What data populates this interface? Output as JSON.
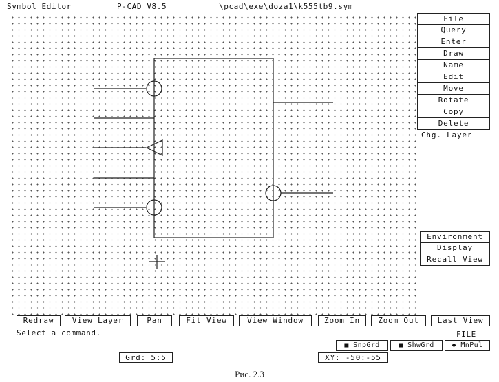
{
  "title_bar": {
    "mode": "Symbol Editor",
    "app": "P-CAD V8.5",
    "path": "\\pcad\\exe\\doza1\\k555tb9.sym"
  },
  "side_menu": [
    {
      "label": "File",
      "name": "menu-file"
    },
    {
      "label": "Query",
      "name": "menu-query"
    },
    {
      "label": "Enter",
      "name": "menu-enter"
    },
    {
      "label": "Draw",
      "name": "menu-draw"
    },
    {
      "label": "Name",
      "name": "menu-name"
    },
    {
      "label": "Edit",
      "name": "menu-edit"
    },
    {
      "label": "Move",
      "name": "menu-move"
    },
    {
      "label": "Rotate",
      "name": "menu-rotate"
    },
    {
      "label": "Copy",
      "name": "menu-copy"
    },
    {
      "label": "Delete",
      "name": "menu-delete"
    },
    {
      "label": "Chg. Layer",
      "name": "menu-chg-layer"
    }
  ],
  "side_menu_lower": [
    {
      "label": "Environment",
      "name": "menu-environment"
    },
    {
      "label": "Display",
      "name": "menu-display"
    },
    {
      "label": "Recall View",
      "name": "menu-recall-view"
    }
  ],
  "bottom_commands": [
    {
      "label": "Redraw",
      "name": "cmd-redraw"
    },
    {
      "label": "View Layer",
      "name": "cmd-view-layer"
    },
    {
      "label": "Pan",
      "name": "cmd-pan"
    },
    {
      "label": "Fit View",
      "name": "cmd-fit-view"
    },
    {
      "label": "View Window",
      "name": "cmd-view-window"
    },
    {
      "label": "Zoom In",
      "name": "cmd-zoom-in"
    },
    {
      "label": "Zoom Out",
      "name": "cmd-zoom-out"
    },
    {
      "label": "Last View",
      "name": "cmd-last-view"
    }
  ],
  "status": {
    "prompt": "Select a command.",
    "current_menu": "FILE"
  },
  "toggles": {
    "snap_grid": "■ SnpGrd",
    "show_grid": "■ ShwGrd",
    "manual_pull": "◆ MnPul"
  },
  "readouts": {
    "grid": "Grd: 5:5",
    "xy": "XY: -50:-55"
  },
  "caption": "Рис. 2.3"
}
